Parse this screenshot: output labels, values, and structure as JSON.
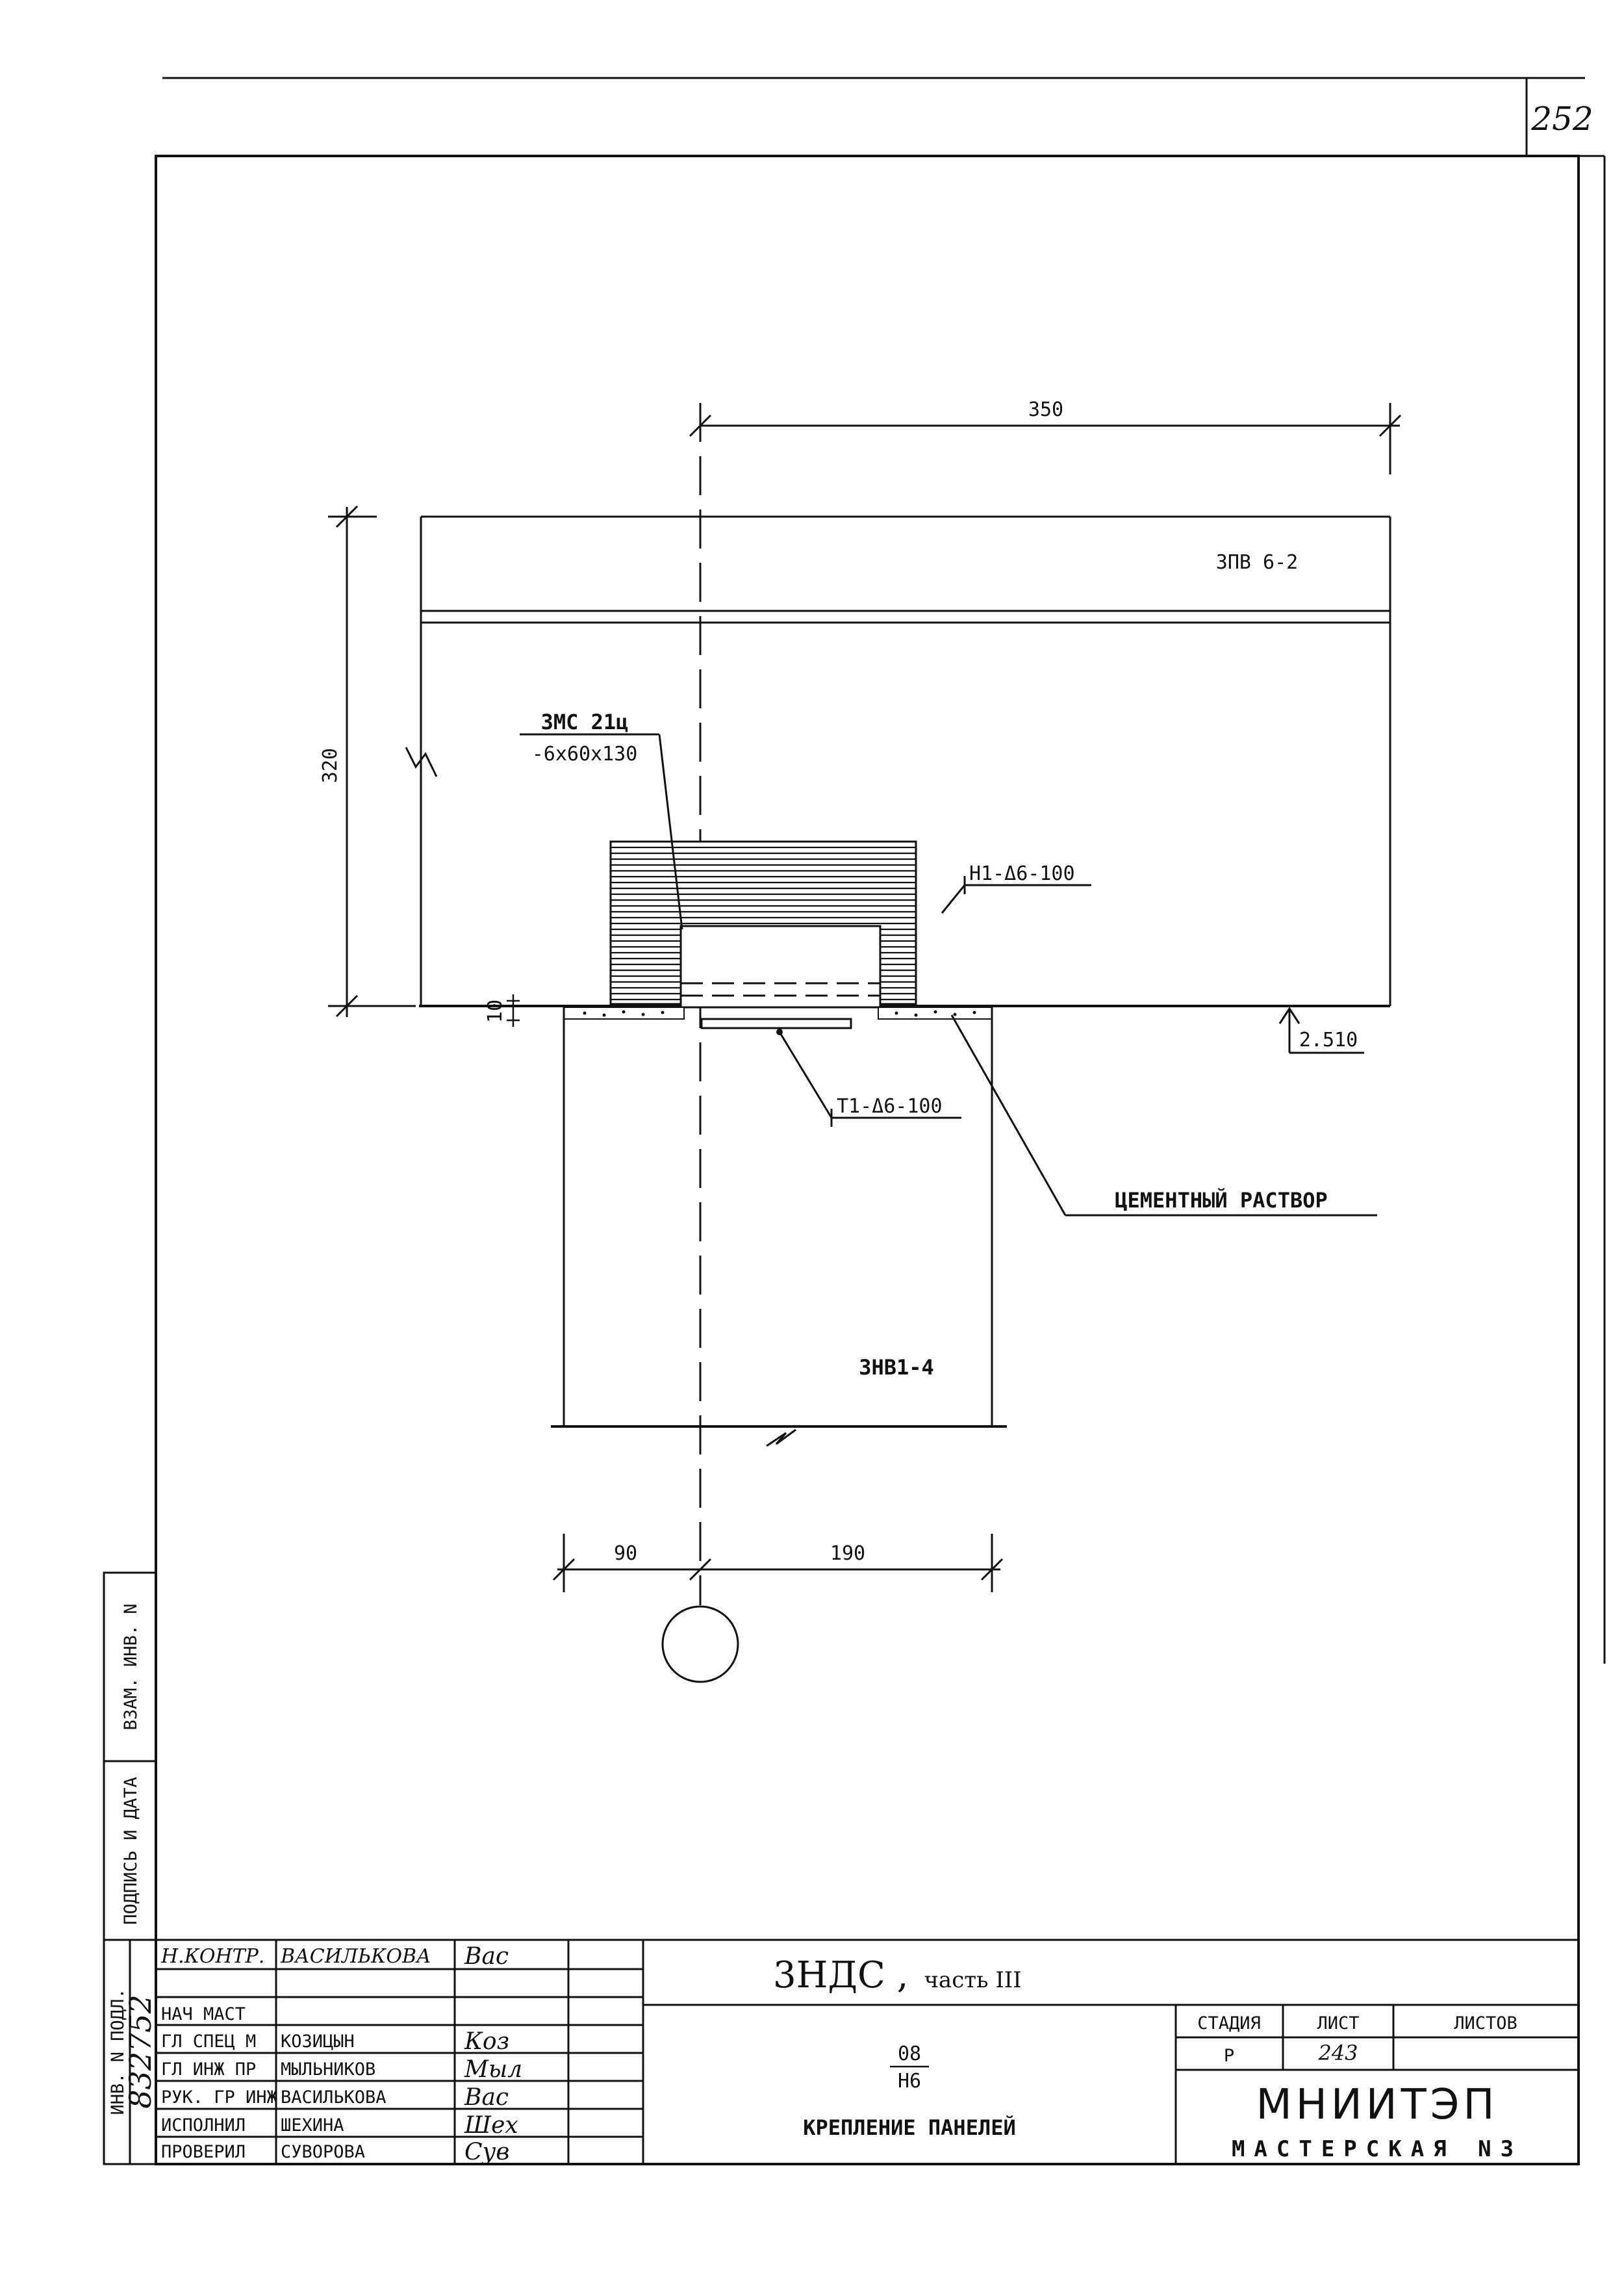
{
  "sheet": {
    "corner_number": "252"
  },
  "drawing": {
    "dimensions": {
      "top_width": "350",
      "height": "320",
      "gap": "10",
      "bottom_left": "90",
      "bottom_right": "190"
    },
    "labels": {
      "top_panel": "3ПВ 6-2",
      "plate_mark": "3МС 21ц",
      "plate_size": "-6x60x130",
      "weld_h1": "Н1-Δ6-100",
      "weld_t1": "Т1-Δ6-100",
      "level": "2.510",
      "mortar": "ЦЕМЕНТНЫЙ РАСТВОР",
      "bottom_panel": "3НВ1-4"
    }
  },
  "side_stamp": {
    "labels": [
      "ИНВ. N ПОДЛ.",
      "ПОДПИСЬ И ДАТА",
      "ВЗАМ. ИНВ. N"
    ],
    "inv_number": "832752"
  },
  "title_block": {
    "roles": [
      {
        "role": "Н.КОНТР.",
        "name": "ВАСИЛЬКОВА",
        "signature": "Вас"
      },
      {
        "role": "",
        "name": "",
        "signature": ""
      },
      {
        "role": "НАЧ МАСТ",
        "name": "",
        "signature": ""
      },
      {
        "role": "ГЛ СПЕЦ М",
        "name": "КОЗИЦЫН",
        "signature": "Коз"
      },
      {
        "role": "ГЛ ИНЖ ПР",
        "name": "МЫЛЬНИКОВ",
        "signature": "Мыл"
      },
      {
        "role": "РУК. ГР ИНЖ",
        "name": "ВАСИЛЬКОВА",
        "signature": "Вас"
      },
      {
        "role": "ИСПОЛНИЛ",
        "name": "ШЕХИНА",
        "signature": "Шех"
      },
      {
        "role": "ПРОВЕРИЛ",
        "name": "СУВОРОВА",
        "signature": "Сув"
      }
    ],
    "project_title": "3НДС ,",
    "project_part": "часть III",
    "code_top": "08",
    "code_bottom": "Н6",
    "drawing_name": "КРЕПЛЕНИЕ ПАНЕЛЕЙ",
    "stage_header": "СТАДИЯ",
    "sheet_header": "ЛИСТ",
    "sheets_header": "ЛИСТОВ",
    "stage": "Р",
    "sheet": "243",
    "sheets": "",
    "org": "МНИИТЭП",
    "org_sub": "МАСТЕРСКАЯ N3"
  }
}
